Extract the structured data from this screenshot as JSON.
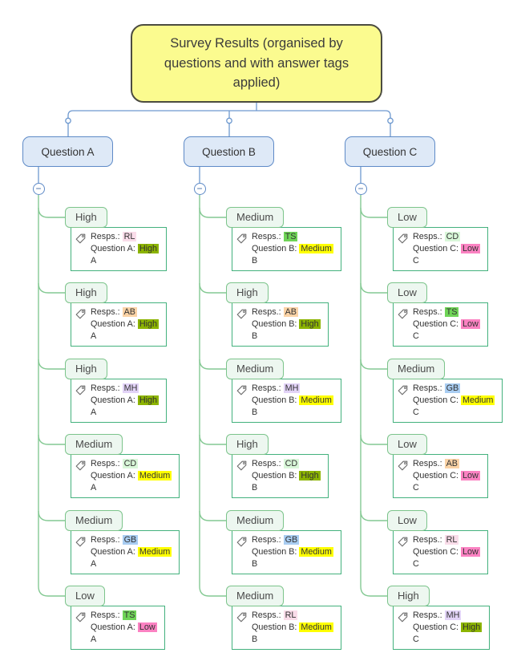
{
  "title": "Survey Results (organised by questions and with answer tags applied)",
  "collapse_glyph": "−",
  "palette": {
    "title_fill": "#FBFB8F",
    "question_fill": "#DEE9F7",
    "question_border": "#5E8AC7",
    "topic_header_border": "#7CC48B",
    "topic_body_border": "#43B17D",
    "resp_RL": "#F9DCE9",
    "resp_AB": "#FBD3A6",
    "resp_MH": "#E2D3F7",
    "resp_CD": "#D9F7D9",
    "resp_GB": "#A9CDF2",
    "resp_TS": "#6FD457",
    "answer_High": "#8CB400",
    "answer_Medium": "#FFFF00",
    "answer_Low": "#FB82C2"
  },
  "columns": [
    {
      "label": "Question A",
      "children": [
        {
          "header": "High",
          "resp_label": "Resps.:",
          "resp": "RL",
          "resp_color": "#F9DCE9",
          "q_label": "Question A:",
          "answer": "High",
          "answer_color": "#8CB400",
          "suffix": "A"
        },
        {
          "header": "High",
          "resp_label": "Resps.:",
          "resp": "AB",
          "resp_color": "#FBD3A6",
          "q_label": "Question A:",
          "answer": "High",
          "answer_color": "#8CB400",
          "suffix": "A"
        },
        {
          "header": "High",
          "resp_label": "Resps.:",
          "resp": "MH",
          "resp_color": "#E2D3F7",
          "q_label": "Question A:",
          "answer": "High",
          "answer_color": "#8CB400",
          "suffix": "A"
        },
        {
          "header": "Medium",
          "resp_label": "Resps.:",
          "resp": "CD",
          "resp_color": "#D9F7D9",
          "q_label": "Question A:",
          "answer": "Medium",
          "answer_color": "#FFFF00",
          "suffix": "A"
        },
        {
          "header": "Medium",
          "resp_label": "Resps.:",
          "resp": "GB",
          "resp_color": "#A9CDF2",
          "q_label": "Question A:",
          "answer": "Medium",
          "answer_color": "#FFFF00",
          "suffix": "A"
        },
        {
          "header": "Low",
          "resp_label": "Resps.:",
          "resp": "TS",
          "resp_color": "#6FD457",
          "q_label": "Question A:",
          "answer": "Low",
          "answer_color": "#FB82C2",
          "suffix": "A"
        }
      ]
    },
    {
      "label": "Question B",
      "children": [
        {
          "header": "Medium",
          "resp_label": "Resps.:",
          "resp": "TS",
          "resp_color": "#6FD457",
          "q_label": "Question B:",
          "answer": "Medium",
          "answer_color": "#FFFF00",
          "suffix": "B"
        },
        {
          "header": "High",
          "resp_label": "Resps.:",
          "resp": "AB",
          "resp_color": "#FBD3A6",
          "q_label": "Question B:",
          "answer": "High",
          "answer_color": "#8CB400",
          "suffix": "B"
        },
        {
          "header": "Medium",
          "resp_label": "Resps.:",
          "resp": "MH",
          "resp_color": "#E2D3F7",
          "q_label": "Question B:",
          "answer": "Medium",
          "answer_color": "#FFFF00",
          "suffix": "B"
        },
        {
          "header": "High",
          "resp_label": "Resps.:",
          "resp": "CD",
          "resp_color": "#D9F7D9",
          "q_label": "Question B:",
          "answer": "High",
          "answer_color": "#8CB400",
          "suffix": "B"
        },
        {
          "header": "Medium",
          "resp_label": "Resps.:",
          "resp": "GB",
          "resp_color": "#A9CDF2",
          "q_label": "Question B:",
          "answer": "Medium",
          "answer_color": "#FFFF00",
          "suffix": "B"
        },
        {
          "header": "Medium",
          "resp_label": "Resps.:",
          "resp": "RL",
          "resp_color": "#F9DCE9",
          "q_label": "Question B:",
          "answer": "Medium",
          "answer_color": "#FFFF00",
          "suffix": "B"
        }
      ]
    },
    {
      "label": "Question C",
      "children": [
        {
          "header": "Low",
          "resp_label": "Resps.:",
          "resp": "CD",
          "resp_color": "#D9F7D9",
          "q_label": "Question C:",
          "answer": "Low",
          "answer_color": "#FB82C2",
          "suffix": "C"
        },
        {
          "header": "Low",
          "resp_label": "Resps.:",
          "resp": "TS",
          "resp_color": "#6FD457",
          "q_label": "Question C:",
          "answer": "Low",
          "answer_color": "#FB82C2",
          "suffix": "C"
        },
        {
          "header": "Medium",
          "resp_label": "Resps.:",
          "resp": "GB",
          "resp_color": "#A9CDF2",
          "q_label": "Question C:",
          "answer": "Medium",
          "answer_color": "#FFFF00",
          "suffix": "C"
        },
        {
          "header": "Low",
          "resp_label": "Resps.:",
          "resp": "AB",
          "resp_color": "#FBD3A6",
          "q_label": "Question C:",
          "answer": "Low",
          "answer_color": "#FB82C2",
          "suffix": "C"
        },
        {
          "header": "Low",
          "resp_label": "Resps.:",
          "resp": "RL",
          "resp_color": "#F9DCE9",
          "q_label": "Question C:",
          "answer": "Low",
          "answer_color": "#FB82C2",
          "suffix": "C"
        },
        {
          "header": "High",
          "resp_label": "Resps.:",
          "resp": "MH",
          "resp_color": "#E2D3F7",
          "q_label": "Question C:",
          "answer": "High",
          "answer_color": "#8CB400",
          "suffix": "C"
        }
      ]
    }
  ]
}
